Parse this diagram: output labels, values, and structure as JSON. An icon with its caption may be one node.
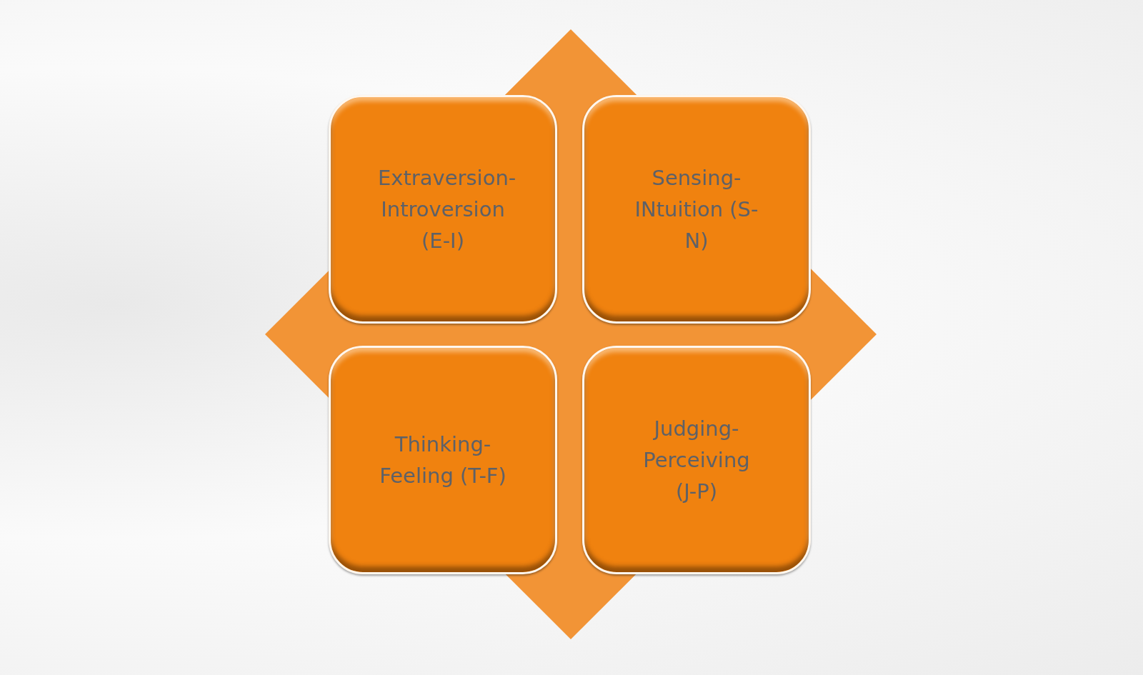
{
  "diagram": {
    "nodes": [
      {
        "text": [
          "Extraversion- Introversion (E-I)"
        ]
      },
      {
        "text": [
          "Sensing- INtuition (S-N)"
        ]
      },
      {
        "text": [
          "Thinking- Feeling (T-F)"
        ]
      },
      {
        "text": [
          "Judging- Perceiving (J-P)"
        ]
      }
    ],
    "edges": []
  }
}
